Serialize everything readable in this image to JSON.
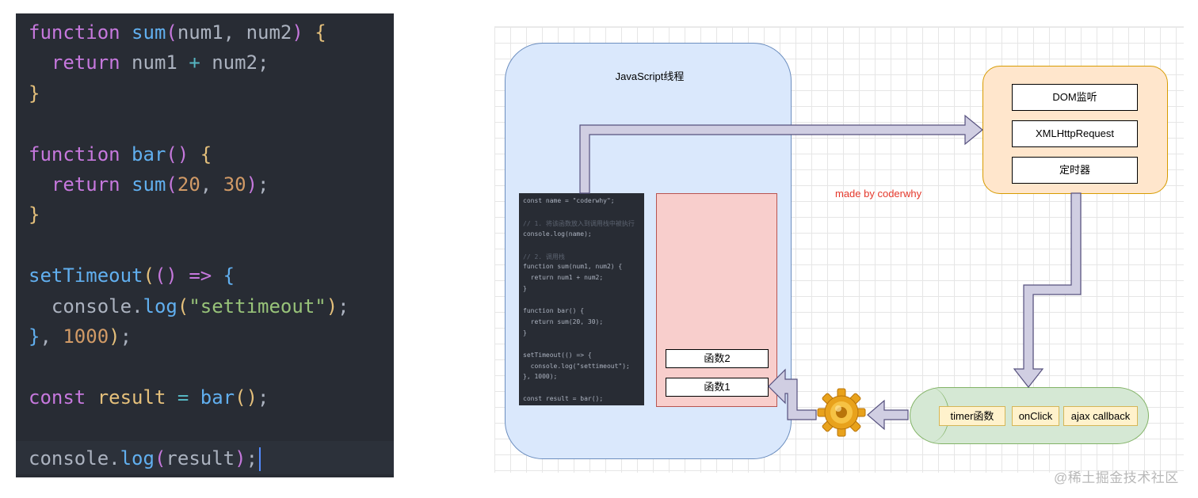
{
  "code": {
    "lines": [
      [
        {
          "t": "function",
          "c": "kw"
        },
        {
          "t": " ",
          "c": "plain"
        },
        {
          "t": "sum",
          "c": "fn"
        },
        {
          "t": "(",
          "c": "brk2"
        },
        {
          "t": "num1",
          "c": "plain"
        },
        {
          "t": ", ",
          "c": "plain"
        },
        {
          "t": "num2",
          "c": "plain"
        },
        {
          "t": ")",
          "c": "brk2"
        },
        {
          "t": " ",
          "c": "plain"
        },
        {
          "t": "{",
          "c": "brk"
        }
      ],
      [
        {
          "t": "  ",
          "c": "plain"
        },
        {
          "t": "return",
          "c": "kw"
        },
        {
          "t": " num1 ",
          "c": "plain"
        },
        {
          "t": "+",
          "c": "op"
        },
        {
          "t": " num2;",
          "c": "plain"
        }
      ],
      [
        {
          "t": "}",
          "c": "brk"
        }
      ],
      [],
      [
        {
          "t": "function",
          "c": "kw"
        },
        {
          "t": " ",
          "c": "plain"
        },
        {
          "t": "bar",
          "c": "fn"
        },
        {
          "t": "()",
          "c": "brk2"
        },
        {
          "t": " ",
          "c": "plain"
        },
        {
          "t": "{",
          "c": "brk"
        }
      ],
      [
        {
          "t": "  ",
          "c": "plain"
        },
        {
          "t": "return",
          "c": "kw"
        },
        {
          "t": " ",
          "c": "plain"
        },
        {
          "t": "sum",
          "c": "fn"
        },
        {
          "t": "(",
          "c": "brk2"
        },
        {
          "t": "20",
          "c": "num"
        },
        {
          "t": ", ",
          "c": "plain"
        },
        {
          "t": "30",
          "c": "num"
        },
        {
          "t": ")",
          "c": "brk2"
        },
        {
          "t": ";",
          "c": "plain"
        }
      ],
      [
        {
          "t": "}",
          "c": "brk"
        }
      ],
      [],
      [
        {
          "t": "setTimeout",
          "c": "fn"
        },
        {
          "t": "(",
          "c": "brk"
        },
        {
          "t": "()",
          "c": "brk2"
        },
        {
          "t": " ",
          "c": "plain"
        },
        {
          "t": "=>",
          "c": "kw"
        },
        {
          "t": " ",
          "c": "plain"
        },
        {
          "t": "{",
          "c": "fn"
        }
      ],
      [
        {
          "t": "  ",
          "c": "plain"
        },
        {
          "t": "console",
          "c": "plain"
        },
        {
          "t": ".",
          "c": "plain"
        },
        {
          "t": "log",
          "c": "fn"
        },
        {
          "t": "(",
          "c": "brk"
        },
        {
          "t": "\"settimeout\"",
          "c": "str"
        },
        {
          "t": ")",
          "c": "brk"
        },
        {
          "t": ";",
          "c": "plain"
        }
      ],
      [
        {
          "t": "}",
          "c": "fn"
        },
        {
          "t": ", ",
          "c": "plain"
        },
        {
          "t": "1000",
          "c": "num"
        },
        {
          "t": ")",
          "c": "brk"
        },
        {
          "t": ";",
          "c": "plain"
        }
      ],
      [],
      [
        {
          "t": "const",
          "c": "kw"
        },
        {
          "t": " ",
          "c": "plain"
        },
        {
          "t": "result",
          "c": "vr"
        },
        {
          "t": " ",
          "c": "plain"
        },
        {
          "t": "=",
          "c": "op"
        },
        {
          "t": " ",
          "c": "plain"
        },
        {
          "t": "bar",
          "c": "fn"
        },
        {
          "t": "()",
          "c": "brk"
        },
        {
          "t": ";",
          "c": "plain"
        }
      ],
      [],
      [
        {
          "t": "console",
          "c": "plain"
        },
        {
          "t": ".",
          "c": "plain"
        },
        {
          "t": "log",
          "c": "fn"
        },
        {
          "t": "(",
          "c": "brk2"
        },
        {
          "t": "result",
          "c": "plain"
        },
        {
          "t": ")",
          "c": "brk2"
        },
        {
          "t": ";",
          "c": "plain"
        }
      ]
    ]
  },
  "diagram": {
    "js_thread_title": "JavaScript线程",
    "mini_code": [
      {
        "t": "const name = \"coderwhy\";",
        "c": ""
      },
      {
        "t": "",
        "c": ""
      },
      {
        "t": "// 1. 将该函数放入到调用栈中被执行",
        "c": "mcmt"
      },
      {
        "t": "console.log(name);",
        "c": ""
      },
      {
        "t": "",
        "c": ""
      },
      {
        "t": "// 2. 调用栈",
        "c": "mcmt"
      },
      {
        "t": "function sum(num1, num2) {",
        "c": ""
      },
      {
        "t": "  return num1 + num2;",
        "c": ""
      },
      {
        "t": "}",
        "c": ""
      },
      {
        "t": "",
        "c": ""
      },
      {
        "t": "function bar() {",
        "c": ""
      },
      {
        "t": "  return sum(20, 30);",
        "c": ""
      },
      {
        "t": "}",
        "c": ""
      },
      {
        "t": "",
        "c": ""
      },
      {
        "t": "setTimeout(() => {",
        "c": ""
      },
      {
        "t": "  console.log(\"settimeout\");",
        "c": ""
      },
      {
        "t": "}, 1000);",
        "c": ""
      },
      {
        "t": "",
        "c": ""
      },
      {
        "t": "const result = bar();",
        "c": ""
      }
    ],
    "stack_items": [
      "函数2",
      "函数1"
    ],
    "web_apis": [
      "DOM监听",
      "XMLHttpRequest",
      "定时器"
    ],
    "credit": "made by coderwhy",
    "queue_items": [
      "timer函数",
      "onClick",
      "ajax callback"
    ],
    "colors": {
      "js_thread": "#dae8fc",
      "stack": "#f8cecc",
      "web_api": "#ffe6cc",
      "queue": "#d5e8d4",
      "arrow": "#d0cee2"
    }
  },
  "watermark": "@稀土掘金技术社区"
}
